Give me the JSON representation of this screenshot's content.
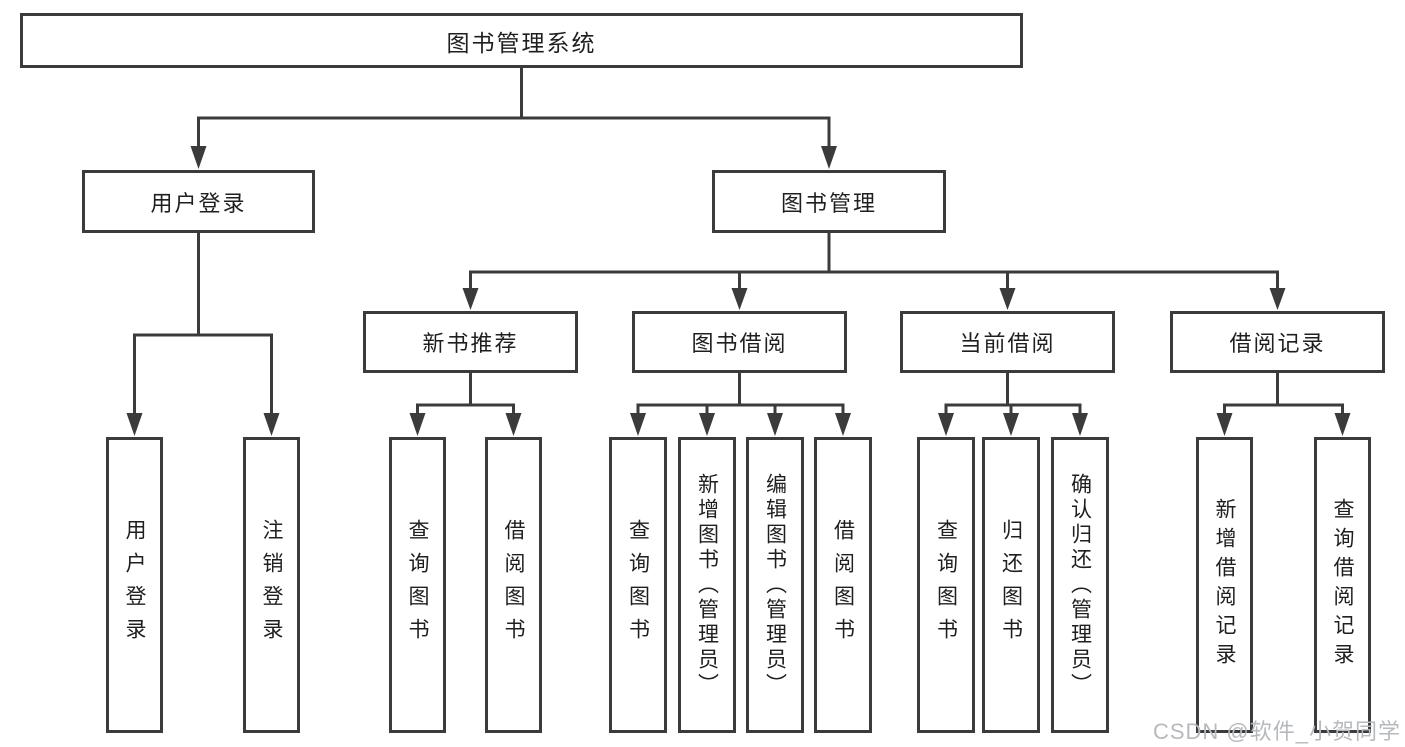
{
  "diagram": {
    "root": {
      "label": "图书管理系统"
    },
    "level2": [
      {
        "label": "用户登录"
      },
      {
        "label": "图书管理"
      }
    ],
    "level3": [
      {
        "label": "新书推荐"
      },
      {
        "label": "图书借阅"
      },
      {
        "label": "当前借阅"
      },
      {
        "label": "借阅记录"
      }
    ],
    "leaves": {
      "user_login": [
        "用户登录",
        "注销登录"
      ],
      "new_books": [
        "查询图书",
        "借阅图书"
      ],
      "book_borrow": [
        "查询图书",
        "新增图书（管理员）",
        "编辑图书（管理员）",
        "借阅图书"
      ],
      "current_borrow": [
        "查询图书",
        "归还图书",
        "确认归还（管理员）"
      ],
      "borrow_records": [
        "新增借阅记录",
        "查询借阅记录"
      ]
    }
  },
  "watermark": {
    "text": "CSDN @软件_小贺同学"
  },
  "colors": {
    "line": "#3b3b3b",
    "text": "#1f1f1f",
    "watermark": "#b6b9bd",
    "background": "#ffffff"
  }
}
